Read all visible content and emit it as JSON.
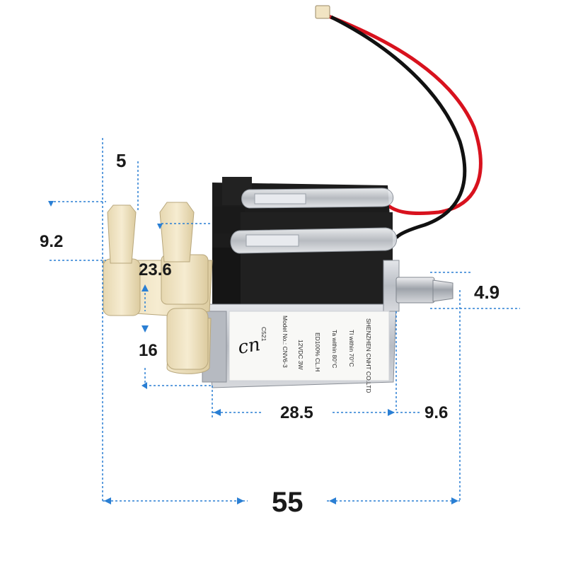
{
  "dimensions": {
    "inlet_diameter": "5",
    "inlet_height": "9.2",
    "port_spacing": "23.6",
    "base_height": "16",
    "outlet_diameter": "4.9",
    "body_length": "28.5",
    "outlet_length": "9.6",
    "overall_length": "55"
  },
  "product_label": {
    "logo": "cn",
    "code": "C521",
    "model": "Model No.: CNV6-3",
    "rating": "12VDC  3W",
    "duty": "ED100%  CL.H",
    "ta": "Ta within  80°C",
    "ti": "Tl  within  70°C",
    "maker": "SHENZHEN CNHT CO.LTD"
  },
  "colors": {
    "dimension_line": "#2a7fd4",
    "wire_red": "#d8121e",
    "wire_black": "#111111",
    "plastic_port": "#f1e4c3",
    "coil_black": "#1c1c1c",
    "metal_frame": "#c9ccd1"
  }
}
